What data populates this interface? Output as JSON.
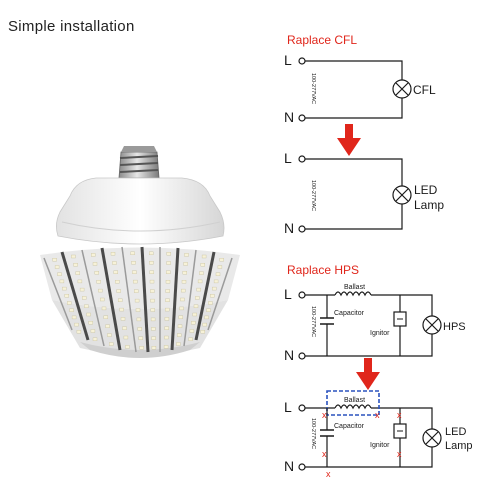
{
  "heading": "Simple installation",
  "colors": {
    "accent_red": "#e0261b",
    "wire": "#1a1a1a",
    "ballast_box": "#2a52be"
  },
  "bulb_photo": {
    "icon": "led-corn-bulb-illustration"
  },
  "arrows": [
    "red-down-arrow",
    "red-down-arrow"
  ],
  "cfl_section": {
    "title": "Raplace CFL",
    "before": {
      "line_label": "L",
      "neutral_label": "N",
      "voltage": "100-277VAC",
      "lamp_label": "CFL"
    },
    "after": {
      "line_label": "L",
      "neutral_label": "N",
      "voltage": "100-277VAC",
      "lamp_label_1": "LED",
      "lamp_label_2": "Lamp"
    }
  },
  "hps_section": {
    "title": "Raplace HPS",
    "before": {
      "line_label": "L",
      "neutral_label": "N",
      "voltage": "100-277VAC",
      "ballast": "Ballast",
      "capacitor": "Capacitor",
      "ignitor": "Ignitor",
      "lamp_label": "HPS"
    },
    "after": {
      "line_label": "L",
      "neutral_label": "N",
      "voltage": "100-277VAC",
      "ballast": "Ballast",
      "capacitor": "Capacitor",
      "ignitor": "Ignitor",
      "lamp_label_1": "LED",
      "lamp_label_2": "Lamp",
      "cut_marks": [
        "x",
        "x",
        "x",
        "x",
        "x",
        "x"
      ]
    }
  }
}
